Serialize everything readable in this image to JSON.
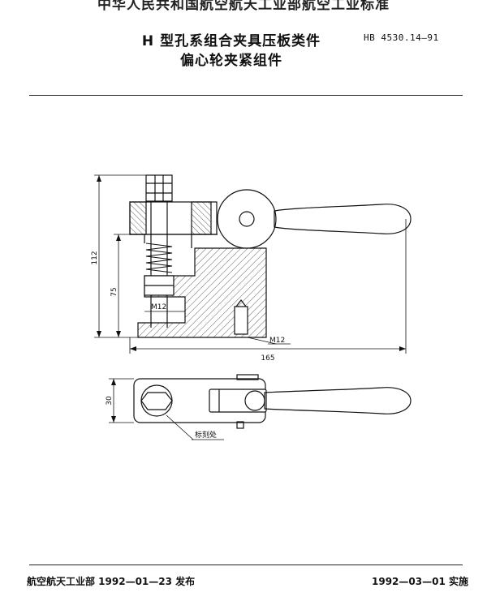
{
  "header": {
    "organization": "中华人民共和国航空航天工业部航空工业标准"
  },
  "title": {
    "line1": "H 型孔系组合夹具压板类件",
    "line2": "偏心轮夹紧组件",
    "standard_number": "HB 4530.14—91"
  },
  "drawing": {
    "dim_overall_height": "112",
    "dim_height": "75",
    "dim_width": "165",
    "dim_depth": "30",
    "thread_label_inner": "M12",
    "thread_label_outer": "M12",
    "marking_note": "标刻处"
  },
  "footer": {
    "issued": "航空航天工业部 1992—01—23 发布",
    "effective": "1992—03—01 实施"
  }
}
